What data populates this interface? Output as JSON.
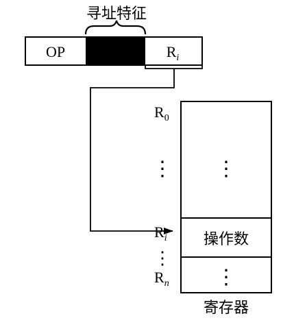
{
  "instruction": {
    "addressing_label": "寻址特征",
    "opcode_label": "OP",
    "register_field_base": "R",
    "register_field_sub": "i"
  },
  "register_file": {
    "title": "寄存器",
    "operand_label": "操作数",
    "vertical_ellipsis": "⋮",
    "reg_base": "R",
    "labels": [
      {
        "sub": "0"
      },
      {
        "sub": "i"
      },
      {
        "sub": "n"
      }
    ]
  }
}
